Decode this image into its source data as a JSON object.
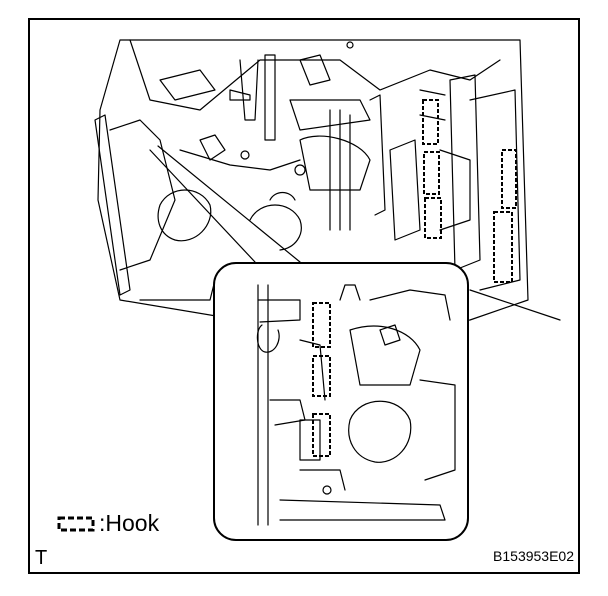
{
  "legend": {
    "icon": "hook-icon",
    "label": "Hook"
  },
  "corner_mark": "T",
  "figure_code": "B153953E02"
}
